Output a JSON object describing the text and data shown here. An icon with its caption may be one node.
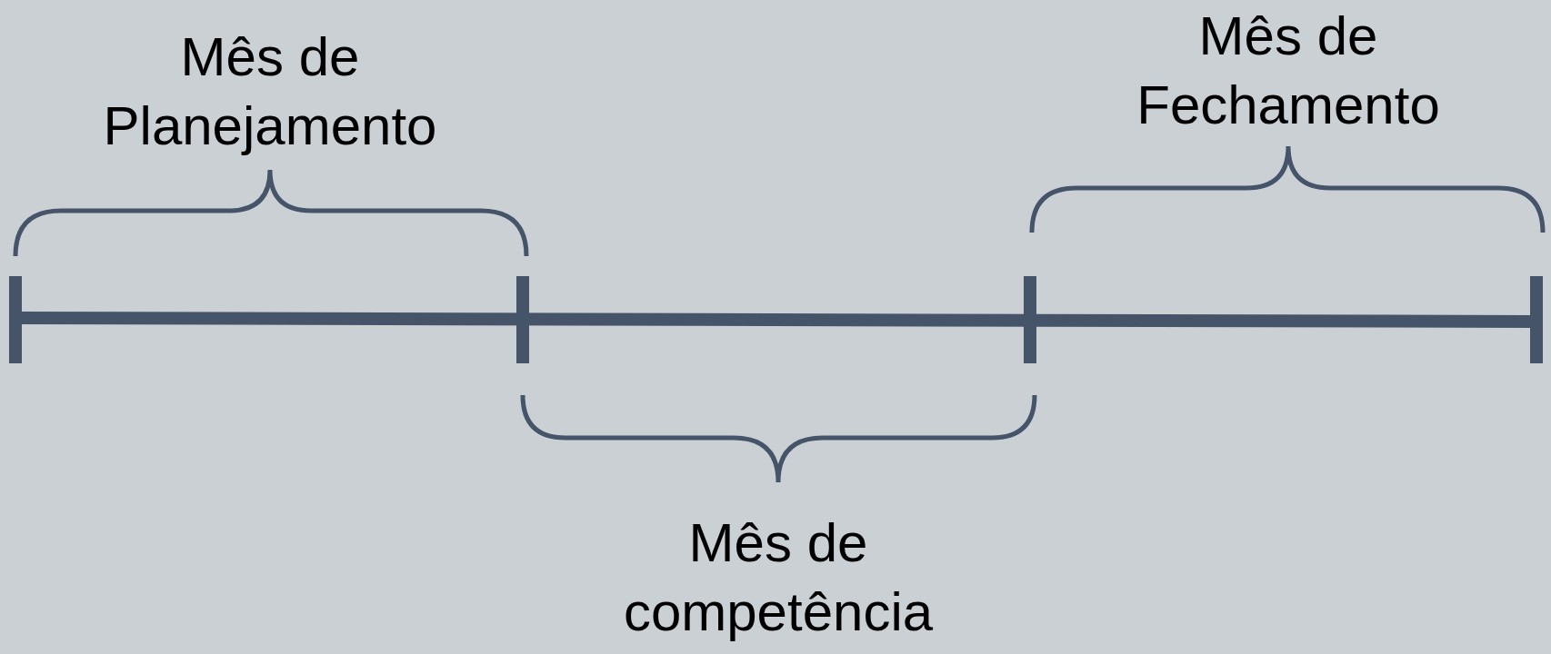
{
  "diagram": {
    "labels": [
      "Mês de Planejamento",
      "Mês de competência",
      "Mês de Fechamento"
    ]
  }
}
